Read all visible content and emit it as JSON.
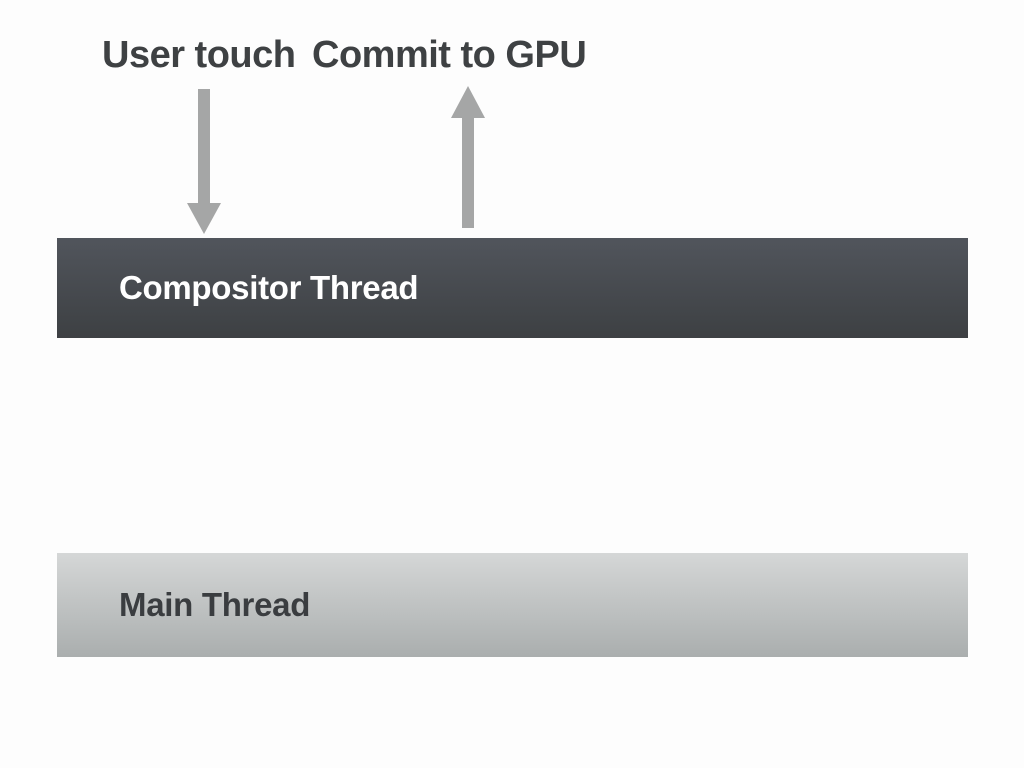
{
  "labels": {
    "user_touch": "User touch",
    "commit_gpu": "Commit to GPU"
  },
  "bars": {
    "compositor": {
      "label": "Compositor Thread"
    },
    "main": {
      "label": "Main Thread"
    }
  },
  "arrows": {
    "user_touch_direction": "down",
    "commit_gpu_direction": "up"
  },
  "colors": {
    "background": "#fdfdfd",
    "label_text": "#3e4143",
    "arrow": "#a5a6a6",
    "compositor_top": "#51555c",
    "compositor_bottom": "#3d4043",
    "compositor_text": "#ffffff",
    "main_top": "#d5d7d7",
    "main_bottom": "#aaaeae",
    "main_text": "#3a3d40"
  }
}
